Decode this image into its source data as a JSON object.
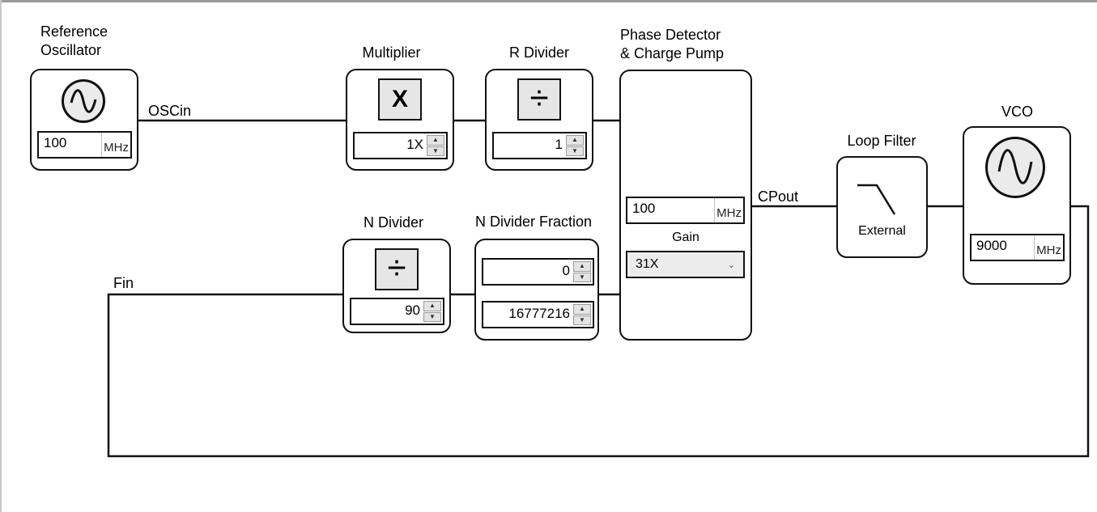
{
  "reference_oscillator": {
    "title_line1": "Reference",
    "title_line2": "Oscillator",
    "value": "100",
    "unit": "MHz",
    "icon": "sine-wave-icon"
  },
  "multiplier": {
    "title": "Multiplier",
    "symbol": "X",
    "value": "1X"
  },
  "r_divider": {
    "title": "R Divider",
    "symbol": "÷",
    "value": "1"
  },
  "phase_detector": {
    "title_line1": "Phase Detector",
    "title_line2": "& Charge Pump",
    "frequency": "100",
    "unit": "MHz",
    "gain_label": "Gain",
    "gain_value": "31X"
  },
  "n_divider": {
    "title": "N Divider",
    "symbol": "÷",
    "value": "90"
  },
  "n_divider_fraction": {
    "title": "N Divider Fraction",
    "numerator": "0",
    "denominator": "16777216"
  },
  "loop_filter": {
    "title": "Loop Filter",
    "label": "External",
    "icon": "low-pass-filter-icon"
  },
  "vco": {
    "title": "VCO",
    "value": "9000",
    "unit": "MHz",
    "icon": "sine-wave-icon"
  },
  "signals": {
    "oscin": "OSCin",
    "cpout": "CPout",
    "fin": "Fin"
  },
  "spin_icons": {
    "up": "▲",
    "down": "▼"
  },
  "chevron": "⌄"
}
